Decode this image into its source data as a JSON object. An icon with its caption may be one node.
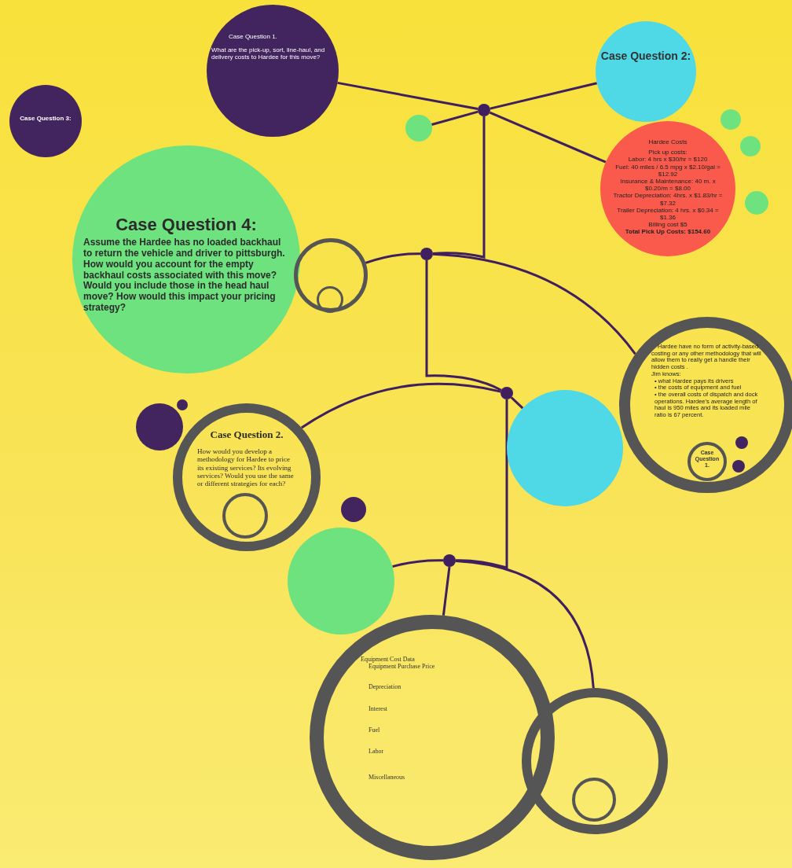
{
  "diagram": {
    "nodes": [
      {
        "text": [
          "Case Question 1.",
          "What are the pick-up, sort, line-haul, and delivery costs to Hardee for this move?"
        ]
      },
      {
        "text": [
          "Case Question 2:"
        ]
      },
      {
        "text": [
          "Case Question 3:"
        ]
      },
      {
        "text": [],
        "shape": "circle"
      },
      {
        "text": [],
        "shape": "circle"
      },
      {
        "text": [
          "Hardee Costs",
          "Pick up costs:",
          "Labor: 4 hrs x $30/hr = $120",
          "Fuel: 40 miles / 6.5 mpg x $2.10/gal = $12.92",
          "Insurance & Maintenance: 40 m. x $0.20/m = $8.00",
          "Tractor Depreciation: 4hrs. x $1.83/hr = $7.32",
          "Trailer Depreciation: 4 hrs. x $0.34 = $1.36",
          "Billing cost $5",
          "Total Pick Up Costs: $154.60"
        ]
      },
      {
        "text": [],
        "shape": "circle"
      },
      {
        "text": [],
        "shape": "circle"
      },
      {
        "text": [],
        "shape": "circle"
      },
      {
        "text": [
          "Case Question 4:",
          "Assume the Hardee has no loaded backhaul to return the vehicle and driver to pittsburgh. How would you account for the empty backhaul costs associated with this move? Would you include those in the head haul move? How would this impact your pricing strategy?"
        ]
      },
      {
        "text": [],
        "shape": "circle"
      },
      {
        "text": [],
        "shape": "circle",
        "in": 10
      },
      {
        "text": [],
        "shape": "circle"
      },
      {
        "text": [
          "Hardee have no form of activity-based costing or any other methodology that will allow them to really get a handle their hidden costs .",
          "Jim knows:",
          "• what Hardee pays its drivers",
          "• the costs of equipment and fuel",
          "• the overall costs of dispatch and dock operations. Hardee's average length of haul is 950 miles and its loaded mile ratio is 67 percent."
        ]
      },
      {
        "text": [
          "Case Question 1."
        ],
        "in": 13
      },
      {
        "text": [],
        "shape": "circle",
        "in": 13
      },
      {
        "text": [],
        "shape": "circle",
        "in": 13
      },
      {
        "text": [],
        "shape": "circle"
      },
      {
        "text": [],
        "shape": "circle"
      },
      {
        "text": [
          "Case Question 2.",
          "How would you develop a methodology for Hardee to price its existing services? Its evolving services? Would you use the same or different strategies for each?"
        ]
      },
      {
        "text": [],
        "shape": "circle",
        "in": 19
      },
      {
        "text": [],
        "shape": "circle"
      },
      {
        "text": [],
        "shape": "circle"
      },
      {
        "text": [],
        "shape": "circle"
      },
      {
        "text": [],
        "shape": "circle"
      },
      {
        "text": [],
        "shape": "circle"
      },
      {
        "text": [
          "Equipment Cost Data",
          "Equipment Purchase Price",
          "Depreciation",
          "Interest",
          "Fuel",
          "Labor",
          "Miscellaneous"
        ]
      },
      {
        "text": [],
        "shape": "circle"
      },
      {
        "text": [],
        "shape": "circle",
        "in": 27
      }
    ],
    "edges": [
      {
        "from": 3,
        "to": 0,
        "arrow": "none"
      },
      {
        "from": 3,
        "to": 1,
        "arrow": "none"
      },
      {
        "from": 3,
        "to": 4,
        "arrow": "none"
      },
      {
        "from": 3,
        "to": 5,
        "arrow": "none"
      },
      {
        "from": 3,
        "to": 12,
        "arrow": "none"
      },
      {
        "from": 12,
        "to": 10,
        "arrow": "none"
      },
      {
        "from": 12,
        "to": 13,
        "arrow": "none"
      },
      {
        "from": 12,
        "to": 21,
        "arrow": "none"
      },
      {
        "from": 21,
        "to": 19,
        "arrow": "none"
      },
      {
        "from": 21,
        "to": 22,
        "arrow": "none"
      },
      {
        "from": 21,
        "to": 25,
        "arrow": "none"
      },
      {
        "from": 25,
        "to": 24,
        "arrow": "none"
      },
      {
        "from": 25,
        "to": 27,
        "arrow": "none"
      },
      {
        "from": 25,
        "to": 26,
        "arrow": "none"
      }
    ]
  }
}
